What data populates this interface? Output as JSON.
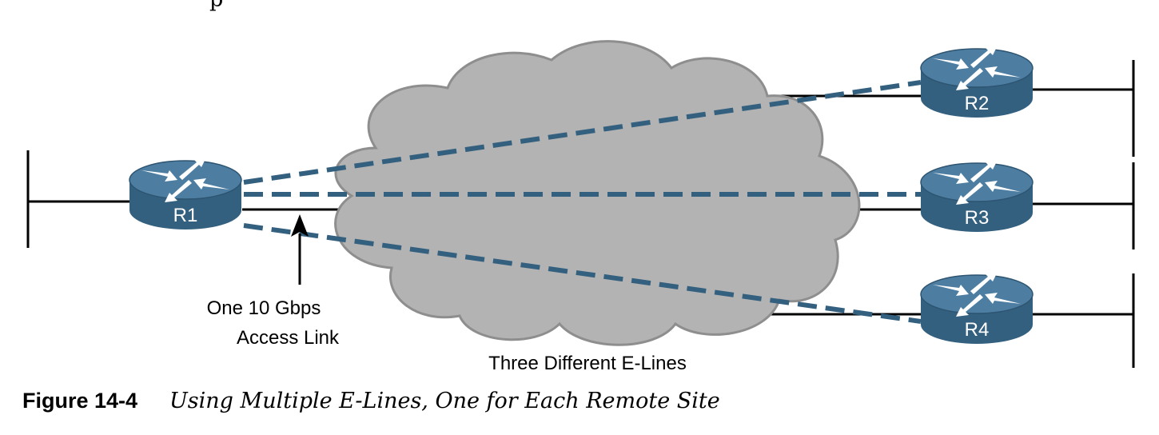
{
  "top_fragment": "p",
  "diagram": {
    "colors": {
      "router_fill": "#34607f",
      "router_top": "#4d7ea2",
      "cloud_fill": "#b3b3b3",
      "cloud_stroke": "#8e8e8e",
      "eline": "#34607f",
      "line": "#000000"
    },
    "routers": [
      {
        "id": "r1",
        "label": "R1"
      },
      {
        "id": "r2",
        "label": "R2"
      },
      {
        "id": "r3",
        "label": "R3"
      },
      {
        "id": "r4",
        "label": "R4"
      }
    ],
    "access_link_label": [
      "One 10 Gbps",
      "Access Link"
    ],
    "cloud_label": "Three Different E-Lines"
  },
  "caption": {
    "label": "Figure 14-4",
    "title": "Using Multiple E-Lines, One for Each Remote Site"
  }
}
